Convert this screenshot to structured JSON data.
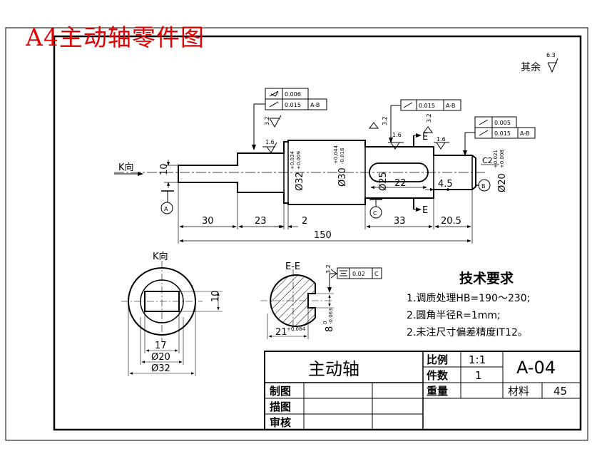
{
  "page_title": "A4主动轴零件图",
  "surface_finish": {
    "label": "其余",
    "value": "6.3"
  },
  "views": {
    "k_label": "K向",
    "section_label": "E-E",
    "k_view_title": "K向"
  },
  "roughness": {
    "r1": "3.2",
    "r2": "1.6",
    "r3": "3.2",
    "r4": "3.2",
    "r5": "1.6",
    "r6": "1.6",
    "r7": "3.2"
  },
  "tolerance_frames": {
    "left": {
      "r1_val": "0.006",
      "r2_val": "0.015",
      "r2_ref": "A-B"
    },
    "middle": {
      "val": "0.015",
      "ref": "A-B"
    },
    "right": {
      "r1_val": "0.005",
      "r2_val": "0.015",
      "r2_ref": "A-B"
    },
    "section": {
      "val": "0.02",
      "ref": "C"
    }
  },
  "datums": {
    "a": "A",
    "b": "B",
    "c": "C"
  },
  "section_marks": {
    "e_top": "E",
    "e_bottom": "E"
  },
  "dims": {
    "d10": "10",
    "d30": "30",
    "d23": "23",
    "d2": "2",
    "d150": "150",
    "d33": "33",
    "d20_5": "20.5",
    "d22": "22",
    "d4_5": "4.5",
    "c2": "C2",
    "dia32": "Ø32",
    "dia32_tol_up": "+0.034",
    "dia32_tol_dn": "+0.009",
    "dia30": "Ø30",
    "dia30_tol_up": "+0.044",
    "dia30_tol_dn": "-0.016",
    "dia25": "Ø25",
    "dia20": "Ø20",
    "dia20_tol_up": "+0.021",
    "dia20_tol_dn": "+0.008",
    "k_17": "17",
    "k_d20": "Ø20",
    "k_d32": "Ø32",
    "k_10": "10",
    "e_21": "21",
    "e_21_tol": "+0.084",
    "e_8": "8",
    "e_8_tol_up": "0",
    "e_8_tol_dn": "-0.063"
  },
  "technical": {
    "title": "技术要求",
    "lines": [
      "1.调质处理HB=190～230;",
      "2.圆角半径R=1mm;",
      "2.未注尺寸偏差精度IT12。"
    ]
  },
  "title_block": {
    "part_name": "主动轴",
    "scale_label": "比例",
    "scale_value": "1:1",
    "qty_label": "件数",
    "qty_value": "1",
    "drawing_no": "A-04",
    "weight_label": "重量",
    "material_label": "材料",
    "material_value": "45",
    "drawn_label": "制图",
    "traced_label": "描图",
    "checked_label": "审核"
  }
}
